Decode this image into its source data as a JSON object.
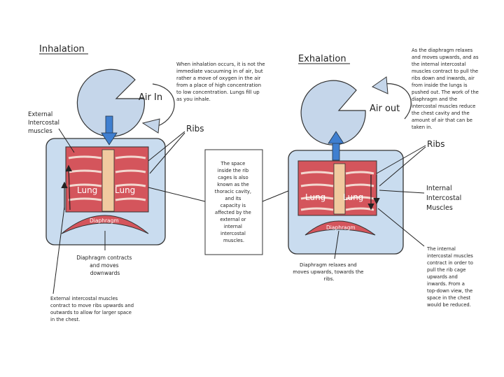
{
  "inhalation": {
    "title": "Inhalation",
    "air_label": "Air In",
    "description": [
      "When inhalation occurs, it is not the",
      "immediate vacuuming in of air, but",
      "rather a move of oxygen in the air",
      "from a place of high concentration",
      "to low concentration. Lungs fill up",
      "as you inhale."
    ],
    "external_muscles_label": [
      "External",
      "Intercostal",
      "muscles"
    ],
    "ribs_label": "Ribs",
    "lung_left": "Lung",
    "lung_right": "Lung",
    "diaphragm": "Diaphragm",
    "diaphragm_note": [
      "Diaphragm contracts",
      "and moves",
      "downwards"
    ],
    "muscles_note": [
      "External intercostal muscles",
      "contract to move ribs upwards and",
      "outwards to allow for larger space",
      "in the chest."
    ]
  },
  "center_box": [
    "The space",
    "inside the rib",
    "cages is also",
    "known as the",
    "thoracic cavity,",
    "and its",
    "capacity is",
    "affected by the",
    "external or",
    "internal",
    "intercostal",
    "muscles."
  ],
  "exhalation": {
    "title": "Exhalation",
    "air_label": "Air out",
    "description": [
      "As the diaphragm relaxes",
      "and moves upwards, and as",
      "the internal intercostal",
      "muscles contract to pull the",
      "ribs down and inwards, air",
      "from inside the lungs is",
      "pushed out. The work of the",
      "diaphragm and the",
      "intercostal muscles reduce",
      "the chest cavity and the",
      "amount of air that can be",
      "taken in."
    ],
    "ribs_label": "Ribs",
    "internal_muscles_label": [
      "Internal",
      "Intercostal",
      "Muscles"
    ],
    "lung_left": "Lung",
    "lung_right": "Lung",
    "diaphragm": "Diaphragm",
    "diaphragm_note": [
      "Diaphragm relaxes and",
      "moves upwards, towards the",
      "ribs."
    ],
    "muscles_note": [
      "The internal",
      "intercostal muscles",
      "contract in order to",
      "pull the rib cage",
      "upwards and",
      "inwards. From a",
      "top-down view, the",
      "space in the chest",
      "would be reduced."
    ]
  },
  "colors": {
    "body": "#c9dcef",
    "mouth": "#c5d6ea",
    "lung": "#d4555c",
    "lung_dark": "#b83f47",
    "sternum": "#f1caa0",
    "arrow": "#3f7fd0"
  }
}
